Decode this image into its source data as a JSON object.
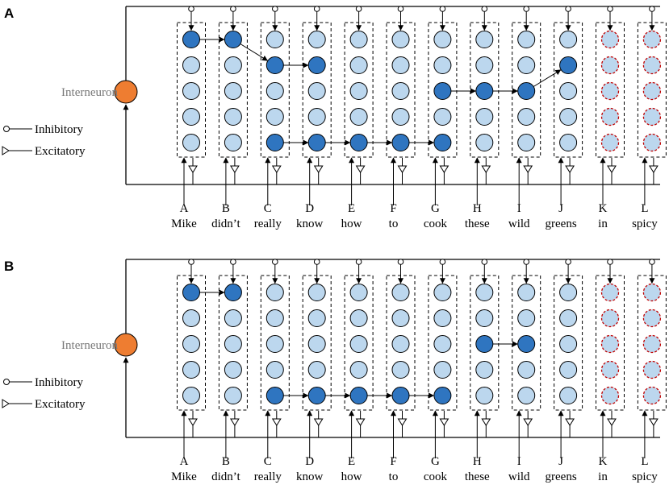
{
  "colors": {
    "node_active": "#2f75c0",
    "node_inactive": "#bcd7ee",
    "interneuron": "#ee7d31",
    "dashed_future": "#c00000",
    "line": "#000000",
    "interneuron_label": "#777777"
  },
  "legend": {
    "inhibitory": "Inhibitory",
    "excitatory": "Excitatory",
    "interneuron": "Interneuron"
  },
  "columns": [
    {
      "letter": "A",
      "word": "Mike"
    },
    {
      "letter": "B",
      "word": "didn’t"
    },
    {
      "letter": "C",
      "word": "really"
    },
    {
      "letter": "D",
      "word": "know"
    },
    {
      "letter": "E",
      "word": "how"
    },
    {
      "letter": "F",
      "word": "to"
    },
    {
      "letter": "G",
      "word": "cook"
    },
    {
      "letter": "H",
      "word": "these"
    },
    {
      "letter": "I",
      "word": "wild"
    },
    {
      "letter": "J",
      "word": "greens"
    },
    {
      "letter": "K",
      "word": "in"
    },
    {
      "letter": "L",
      "word": "spicy"
    }
  ],
  "panels": [
    {
      "label": "A",
      "future_columns": [
        10,
        11
      ],
      "active": [
        [
          0,
          0
        ],
        [
          1,
          0
        ],
        [
          2,
          1
        ],
        [
          3,
          1
        ],
        [
          2,
          4
        ],
        [
          3,
          4
        ],
        [
          4,
          4
        ],
        [
          5,
          4
        ],
        [
          6,
          4
        ],
        [
          6,
          2
        ],
        [
          7,
          2
        ],
        [
          8,
          2
        ],
        [
          9,
          1
        ]
      ],
      "arrows": [
        [
          [
            0,
            0
          ],
          [
            1,
            0
          ]
        ],
        [
          [
            1,
            0
          ],
          [
            2,
            1
          ]
        ],
        [
          [
            2,
            1
          ],
          [
            3,
            1
          ]
        ],
        [
          [
            2,
            4
          ],
          [
            3,
            4
          ]
        ],
        [
          [
            3,
            4
          ],
          [
            4,
            4
          ]
        ],
        [
          [
            4,
            4
          ],
          [
            5,
            4
          ]
        ],
        [
          [
            5,
            4
          ],
          [
            6,
            4
          ]
        ],
        [
          [
            6,
            2
          ],
          [
            7,
            2
          ]
        ],
        [
          [
            7,
            2
          ],
          [
            8,
            2
          ]
        ],
        [
          [
            8,
            2
          ],
          [
            9,
            1
          ]
        ]
      ]
    },
    {
      "label": "B",
      "future_columns": [
        10,
        11
      ],
      "active": [
        [
          0,
          0
        ],
        [
          1,
          0
        ],
        [
          2,
          4
        ],
        [
          3,
          4
        ],
        [
          4,
          4
        ],
        [
          5,
          4
        ],
        [
          6,
          4
        ],
        [
          7,
          2
        ],
        [
          8,
          2
        ]
      ],
      "arrows": [
        [
          [
            0,
            0
          ],
          [
            1,
            0
          ]
        ],
        [
          [
            2,
            4
          ],
          [
            3,
            4
          ]
        ],
        [
          [
            3,
            4
          ],
          [
            4,
            4
          ]
        ],
        [
          [
            4,
            4
          ],
          [
            5,
            4
          ]
        ],
        [
          [
            5,
            4
          ],
          [
            6,
            4
          ]
        ],
        [
          [
            7,
            2
          ],
          [
            8,
            2
          ]
        ]
      ]
    }
  ]
}
